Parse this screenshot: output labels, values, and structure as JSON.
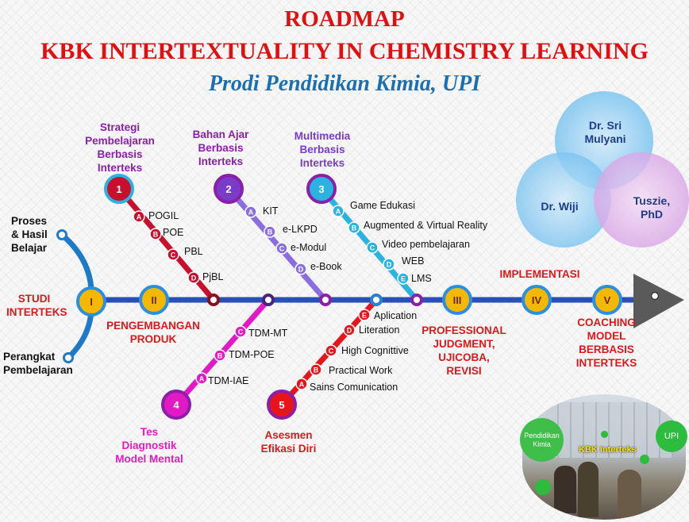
{
  "title_line1": "ROADMAP",
  "title_line2": "KBK INTERTEXTUALITY IN CHEMISTRY LEARNING",
  "subtitle": "Prodi Pendidikan Kimia, UPI",
  "left": {
    "top_label": "Proses\n& Hasil\nBelajar",
    "bottom_label": "Perangkat\nPembelajaran",
    "studi": "STUDI\nINTERTEKS"
  },
  "stations": [
    {
      "id": "I"
    },
    {
      "id": "II"
    },
    {
      "id": "III"
    },
    {
      "id": "IV"
    },
    {
      "id": "V"
    }
  ],
  "stage_labels": {
    "pengembangan": "PENGEMBANGAN\nPRODUK",
    "professional": "PROFESSIONAL\nJUDGMENT,\nUJICOBA,\nREVISI",
    "implementasi": "IMPLEMENTASI",
    "coaching": "COACHING\nMODEL\nBERBASIS\nINTERTEKS"
  },
  "branches": [
    {
      "num": "1",
      "title": "Strategi\nPembelajaran\nBerbasis\nInterteks",
      "color": "#c8102e",
      "items": [
        {
          "letter": "A",
          "text": "POGIL"
        },
        {
          "letter": "B",
          "text": "POE"
        },
        {
          "letter": "C",
          "text": "PBL"
        },
        {
          "letter": "D",
          "text": "PjBL"
        }
      ]
    },
    {
      "num": "2",
      "title": "Bahan Ajar\nBerbasis\nInterteks",
      "color": "#8a6ee0",
      "items": [
        {
          "letter": "A",
          "text": "KIT"
        },
        {
          "letter": "B",
          "text": "e-LKPD"
        },
        {
          "letter": "C",
          "text": "e-Modul"
        },
        {
          "letter": "D",
          "text": "e-Book"
        }
      ]
    },
    {
      "num": "3",
      "title": "Multimedia\nBerbasis\nInterteks",
      "color": "#2ab3e0",
      "items": [
        {
          "letter": "A",
          "text": "Game Edukasi"
        },
        {
          "letter": "B",
          "text": "Augmented & Virtual  Reality"
        },
        {
          "letter": "C",
          "text": "Video pembelajaran"
        },
        {
          "letter": "D",
          "text": "WEB"
        },
        {
          "letter": "E",
          "text": "LMS"
        }
      ]
    },
    {
      "num": "4",
      "title": "Tes\nDiagnostik\nModel Mental",
      "color": "#e11ac6",
      "items": [
        {
          "letter": "C",
          "text": "TDM-MT"
        },
        {
          "letter": "B",
          "text": "TDM-POE"
        },
        {
          "letter": "A",
          "text": "TDM-IAE"
        }
      ]
    },
    {
      "num": "5",
      "title": "Asesmen\nEfikasi Diri",
      "color": "#e8141c",
      "items": [
        {
          "letter": "E",
          "text": "Aplication"
        },
        {
          "letter": "D",
          "text": "Literation"
        },
        {
          "letter": "C",
          "text": "High Cognittive"
        },
        {
          "letter": "B",
          "text": "Practical Work"
        },
        {
          "letter": "A",
          "text": "Sains Comunication"
        }
      ]
    }
  ],
  "venn": {
    "top": "Dr. Sri\nMulyani",
    "left": "Dr. Wiji",
    "right": "Tuszie,\nPhD"
  },
  "photo": {
    "bubble_left": "Pendidikan\nKimia",
    "bubble_right": "UPI",
    "caption": "KBK Interteks"
  },
  "colors": {
    "main_line": "#2a4fb8",
    "station_fill": "#f5b800",
    "title_red": "#e01010",
    "subtitle_blue": "#1a6fb3"
  }
}
